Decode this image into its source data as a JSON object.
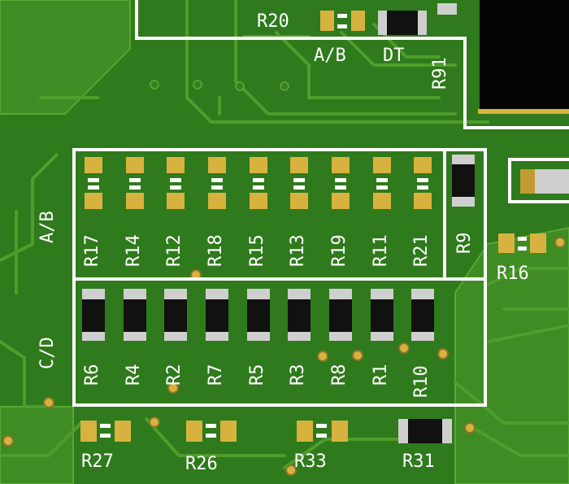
{
  "board": {
    "colors": {
      "soldermask": "#2f7a1c",
      "copper_under_mask": "#4f9d2c",
      "silkscreen": "#ffffff",
      "pad": "#d8b23f",
      "resistor_body": "#111111",
      "resistor_end": "#cfcfcf",
      "ic_body": "#050505"
    },
    "top_labels": {
      "r20": "R20",
      "ab": "A/B",
      "dt": "DT",
      "r91": "R91"
    },
    "group_labels": {
      "ab": "A/B",
      "cd": "C/D"
    },
    "row1_labels": [
      "R17",
      "R14",
      "R12",
      "R18",
      "R15",
      "R13",
      "R19",
      "R11",
      "R21"
    ],
    "row2_labels": [
      "R6",
      "R4",
      "R2",
      "R7",
      "R5",
      "R3",
      "R8",
      "R1",
      "R10"
    ],
    "side_labels": {
      "r9": "R9",
      "r16": "R16"
    },
    "bottom_labels": [
      "R27",
      "R26",
      "R33",
      "R31"
    ]
  }
}
